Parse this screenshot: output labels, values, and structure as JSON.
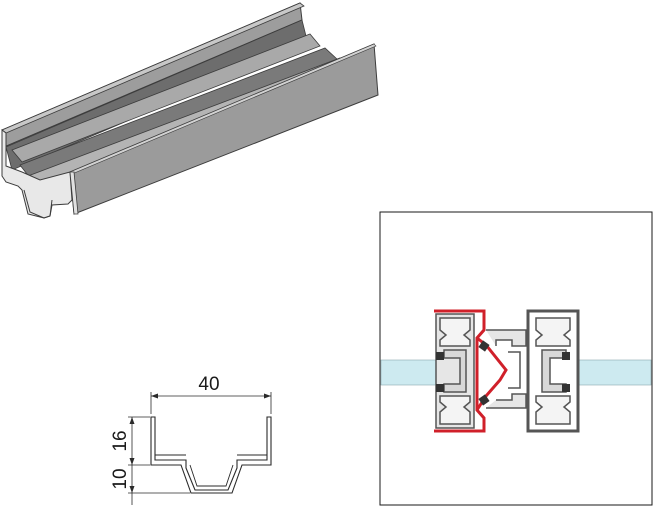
{
  "dimensions": {
    "width_label": "40",
    "upper_height_label": "16",
    "lower_height_label": "10"
  },
  "colors": {
    "profile_dark": "#5f5f5f",
    "profile_face": "#8d8d8d",
    "profile_light": "#bdbdbd",
    "highlight_profile": "#d0202a",
    "glass": "#cdeaf0",
    "line": "#1a1a1a"
  }
}
